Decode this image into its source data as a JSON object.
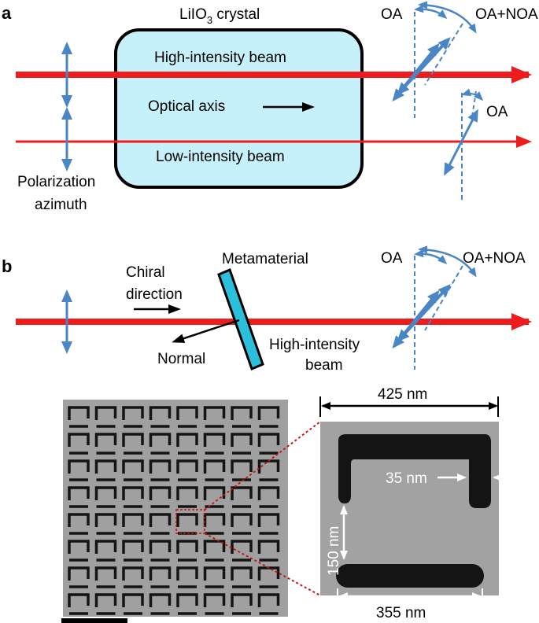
{
  "colors": {
    "beam": "#ee1c1c",
    "polarization": "#4a86c5",
    "crystal_fill": "#c6f0fa",
    "metamaterial": "#2bbfdc",
    "zoom_lines": "#c81414",
    "sem_background": "#a0a0a0",
    "sem_feature": "#141414"
  },
  "panel_a": {
    "label": "a",
    "crystal_title_main": "LiIO",
    "crystal_title_sub": "3",
    "crystal_title_rest": " crystal",
    "high_beam": "High-intensity beam",
    "optical_axis": "Optical axis",
    "low_beam": "Low-intensity beam",
    "pol_azimuth_1": "Polarization",
    "pol_azimuth_2": "azimuth",
    "oa_top": "OA",
    "oa_noa_top": "OA+NOA",
    "oa_bottom": "OA"
  },
  "panel_b": {
    "label": "b",
    "metamaterial": "Metamaterial",
    "chiral_1": "Chiral",
    "chiral_2": "direction",
    "normal": "Normal",
    "high_beam_1": "High-intensity",
    "high_beam_2": "beam",
    "oa": "OA",
    "oa_noa": "OA+NOA"
  },
  "sem": {
    "width_label": "425 nm",
    "gap_label": "35 nm",
    "height_label": "150 nm",
    "bottom_label": "355 nm",
    "grid_rows": 8,
    "grid_cols": 8
  }
}
